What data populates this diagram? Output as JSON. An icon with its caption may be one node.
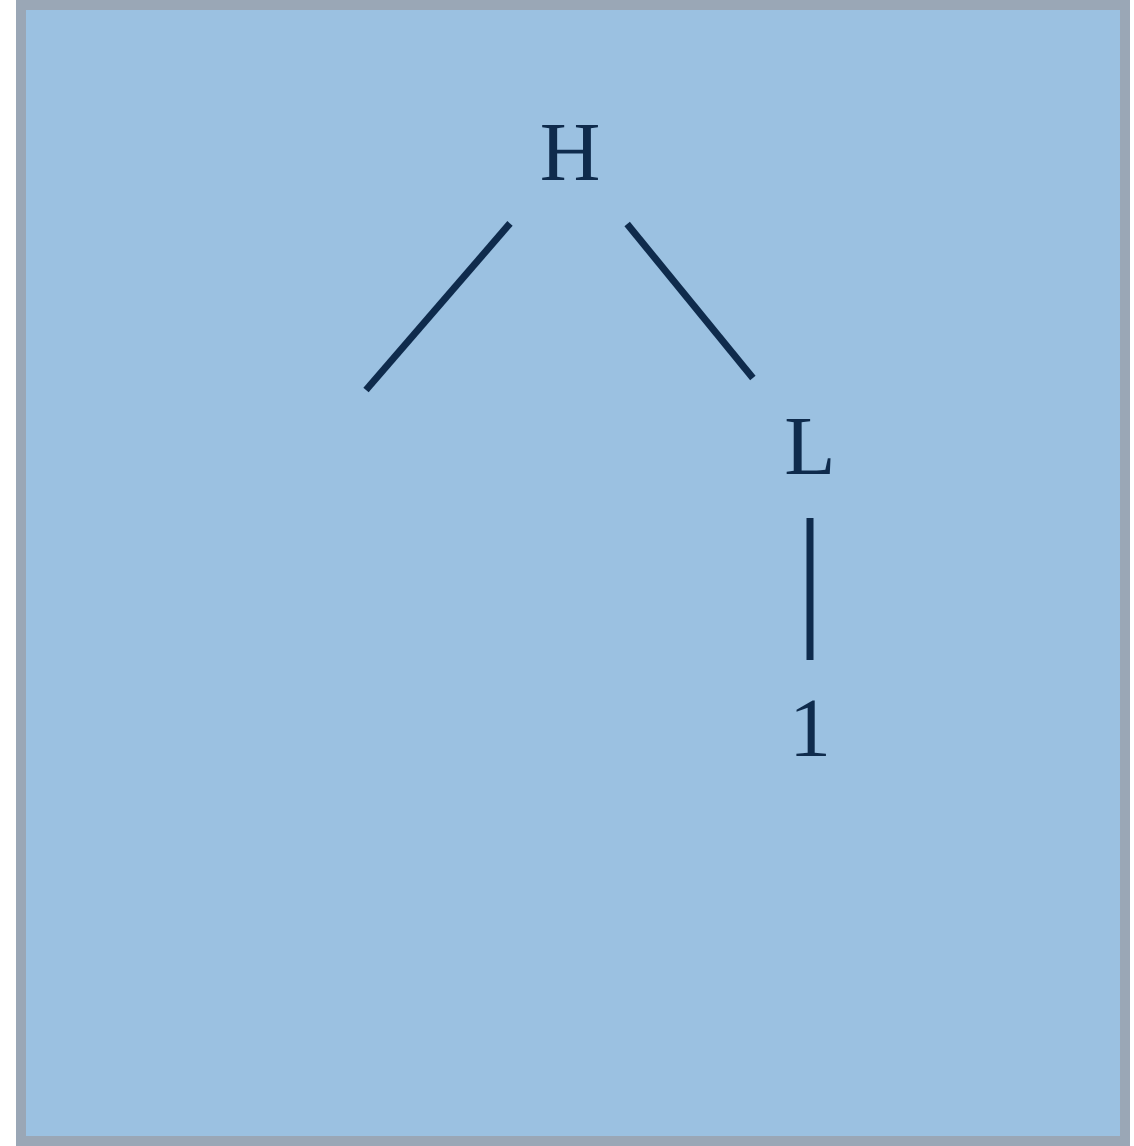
{
  "diagram": {
    "nodes": [
      {
        "text": [
          "H"
        ]
      },
      {
        "text": [
          "L"
        ]
      },
      {
        "text": [
          "1"
        ]
      }
    ],
    "edges": [
      {
        "from": 0,
        "to": null,
        "arrow": "none"
      },
      {
        "from": 0,
        "to": 1,
        "arrow": "none"
      },
      {
        "from": 1,
        "to": 2,
        "arrow": "none"
      }
    ]
  }
}
